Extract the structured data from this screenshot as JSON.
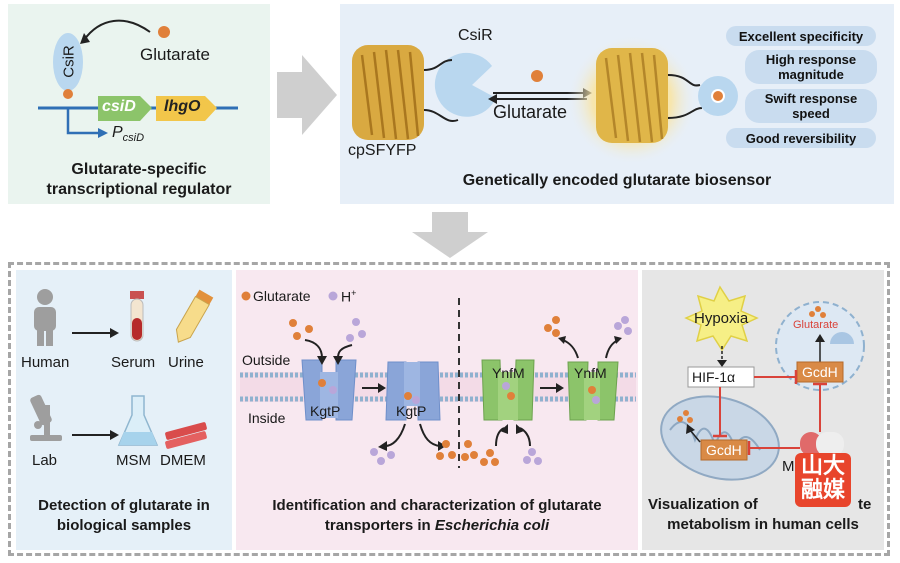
{
  "top_left": {
    "regulator_label": "CsiR",
    "ligand_label": "Glutarate",
    "gene1": "csiD",
    "gene2": "lhgO",
    "promoter_main": "P",
    "promoter_sub": "csiD",
    "caption_line1": "Glutarate-specific",
    "caption_line2": "transcriptional regulator"
  },
  "top_right": {
    "csir_label": "CsiR",
    "fp_label": "cpSFYFP",
    "ligand_label": "Glutarate",
    "caption": "Genetically encoded glutarate biosensor",
    "features": [
      {
        "line1": "Excellent specificity",
        "line2": ""
      },
      {
        "line1": "High response",
        "line2": "magnitude"
      },
      {
        "line1": "Swift response",
        "line2": "speed"
      },
      {
        "line1": "Good reversibility",
        "line2": ""
      }
    ]
  },
  "bottom_left": {
    "human": "Human",
    "serum": "Serum",
    "urine": "Urine",
    "lab": "Lab",
    "msm": "MSM",
    "dmem": "DMEM",
    "caption_line1": "Detection of glutarate in",
    "caption_line2": "biological samples"
  },
  "bottom_mid": {
    "legend_glutarate": "Glutarate",
    "legend_h": "H",
    "legend_h_sup": "+",
    "outside": "Outside",
    "inside": "Inside",
    "kgtp": "KgtP",
    "ynfm": "YnfM",
    "caption_line1": "Identification and characterization of glutarate",
    "caption_line2_a": "transporters in ",
    "caption_line2_b": "Escherichia coli"
  },
  "bottom_right": {
    "hypoxia": "Hypoxia",
    "hif": "HIF-1α",
    "gcdh": "GcdH",
    "glutarate": "Glutarate",
    "partial_m": "M",
    "caption_line1": "Visualization of",
    "caption_line1_tail": "te",
    "caption_line2": "metabolism in human cells"
  },
  "watermark": {
    "line1": "山大",
    "line2": "融媒"
  },
  "colors": {
    "orange_dot": "#e0803a",
    "purple_dot": "#b9a6d9",
    "panel_green": "#e9f3ee",
    "panel_blue": "#e6eff8",
    "panel_pink": "#f8e6ef",
    "panel_gray": "#e6e6e6",
    "gene_green": "#8cc46a",
    "gene_yellow": "#f2c64a",
    "inhibit_red": "#d9433a"
  }
}
